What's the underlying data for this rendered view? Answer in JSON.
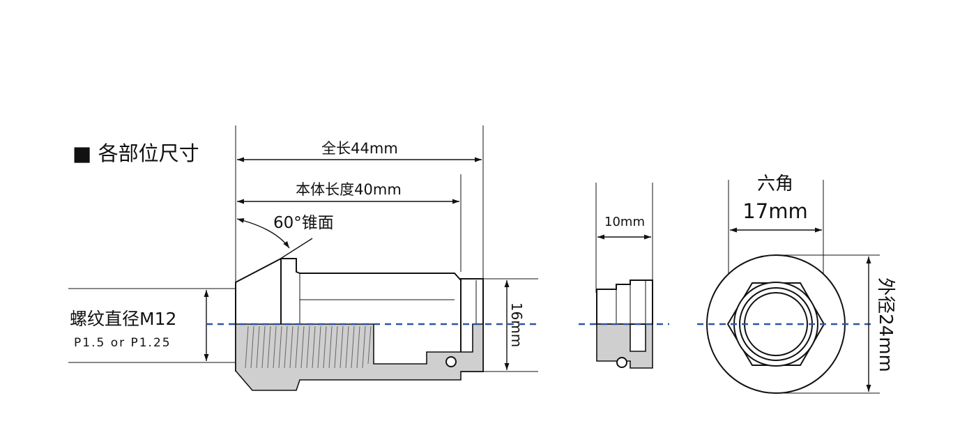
{
  "title": "■ 各部位尺寸",
  "labels": {
    "total_length": "全长44mm",
    "body_length": "本体长度40mm",
    "cone": "60°锥面",
    "thread_diameter": "螺纹直径M12",
    "thread_pitch": "P1.5 or P1.25",
    "flange_height": "16mm",
    "side_width": "10mm",
    "hex_title": "六角",
    "hex_size": "17mm",
    "outer_diameter": "外径24mm"
  },
  "colors": {
    "centerline": "#2f55a4",
    "section_fill": "#cfcfcf",
    "line": "#111111"
  }
}
